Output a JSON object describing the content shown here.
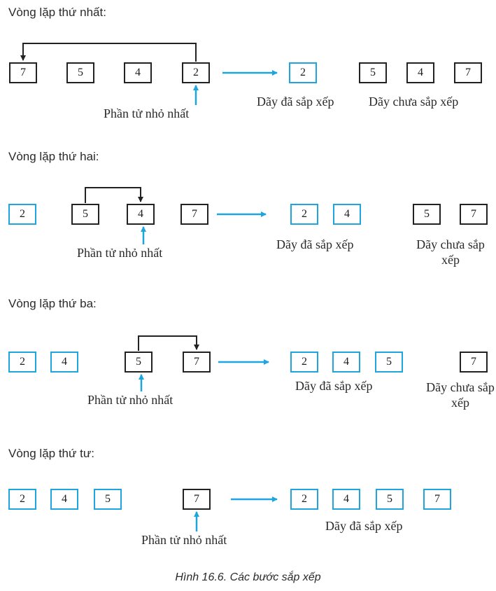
{
  "colors": {
    "sorted": "#1fa5dd",
    "unsorted": "#222222",
    "arrow_blue": "#1fa5dd",
    "arrow_black": "#222222"
  },
  "iterations": [
    {
      "heading": "Vòng lặp thứ nhất:",
      "before": [
        {
          "value": "7",
          "state": "unsorted"
        },
        {
          "value": "5",
          "state": "unsorted"
        },
        {
          "value": "4",
          "state": "unsorted"
        },
        {
          "value": "2",
          "state": "unsorted"
        }
      ],
      "swap": [
        0,
        3
      ],
      "min_index": 3,
      "min_label": "Phần tử nhỏ nhất",
      "after_sorted": [
        "2"
      ],
      "after_unsorted": [
        "5",
        "4",
        "7"
      ],
      "sorted_label": "Dãy đã sắp xếp",
      "unsorted_label": "Dãy chưa sắp xếp"
    },
    {
      "heading": "Vòng lặp thứ hai:",
      "before": [
        {
          "value": "2",
          "state": "sorted"
        },
        {
          "value": "5",
          "state": "unsorted"
        },
        {
          "value": "4",
          "state": "unsorted"
        },
        {
          "value": "7",
          "state": "unsorted"
        }
      ],
      "swap": [
        1,
        2
      ],
      "min_index": 2,
      "min_label": "Phần tử nhỏ nhất",
      "after_sorted": [
        "2",
        "4"
      ],
      "after_unsorted": [
        "5",
        "7"
      ],
      "sorted_label": "Dãy đã sắp xếp",
      "unsorted_label": "Dãy chưa sắp xếp"
    },
    {
      "heading": "Vòng lặp thứ ba:",
      "before": [
        {
          "value": "2",
          "state": "sorted"
        },
        {
          "value": "4",
          "state": "sorted"
        },
        {
          "value": "5",
          "state": "unsorted"
        },
        {
          "value": "7",
          "state": "unsorted"
        }
      ],
      "swap": [
        2,
        3
      ],
      "min_index": 2,
      "min_label": "Phần tử nhỏ nhất",
      "after_sorted": [
        "2",
        "4",
        "5"
      ],
      "after_unsorted": [
        "7"
      ],
      "sorted_label": "Dãy đã sắp xếp",
      "unsorted_label": "Dãy chưa sắp xếp"
    },
    {
      "heading": "Vòng lặp thứ tư:",
      "before": [
        {
          "value": "2",
          "state": "sorted"
        },
        {
          "value": "4",
          "state": "sorted"
        },
        {
          "value": "5",
          "state": "sorted"
        },
        {
          "value": "7",
          "state": "unsorted"
        }
      ],
      "swap": null,
      "min_index": 3,
      "min_label": "Phần tử nhỏ nhất",
      "after_sorted": [
        "2",
        "4",
        "5",
        "7"
      ],
      "after_unsorted": [],
      "sorted_label": "Dãy đã sắp xếp",
      "unsorted_label": ""
    }
  ],
  "caption": "Hình 16.6. Các bước sắp xếp"
}
